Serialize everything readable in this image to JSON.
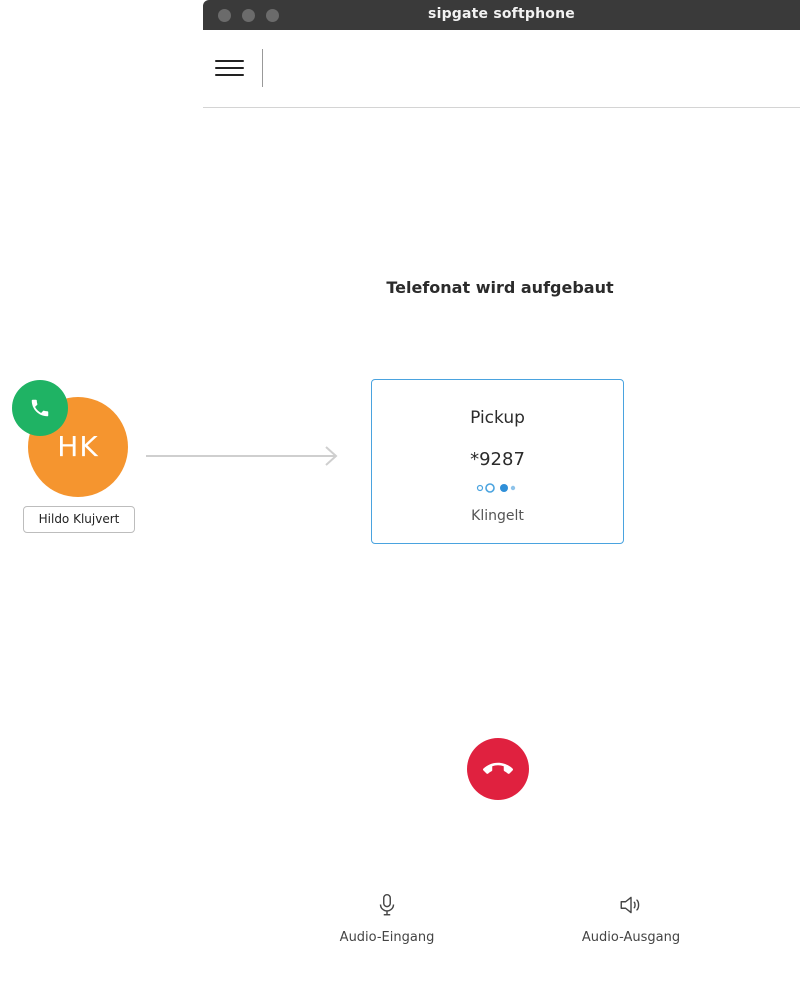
{
  "window": {
    "title": "sipgate softphone"
  },
  "call": {
    "status": "Telefonat wird aufgebaut",
    "caller": {
      "initials": "HK",
      "name": "Hildo Klujvert",
      "avatar_color": "#f5952f",
      "badge_color": "#1fb364",
      "badge_icon": "phone-icon"
    },
    "target": {
      "title": "Pickup",
      "number": "*9287",
      "state": "Klingelt",
      "border_color": "#4aa3df"
    },
    "hangup_color": "#e0213f"
  },
  "audio": {
    "input_label": "Audio-Eingang",
    "input_icon": "microphone-icon",
    "output_label": "Audio-Ausgang",
    "output_icon": "speaker-icon"
  }
}
